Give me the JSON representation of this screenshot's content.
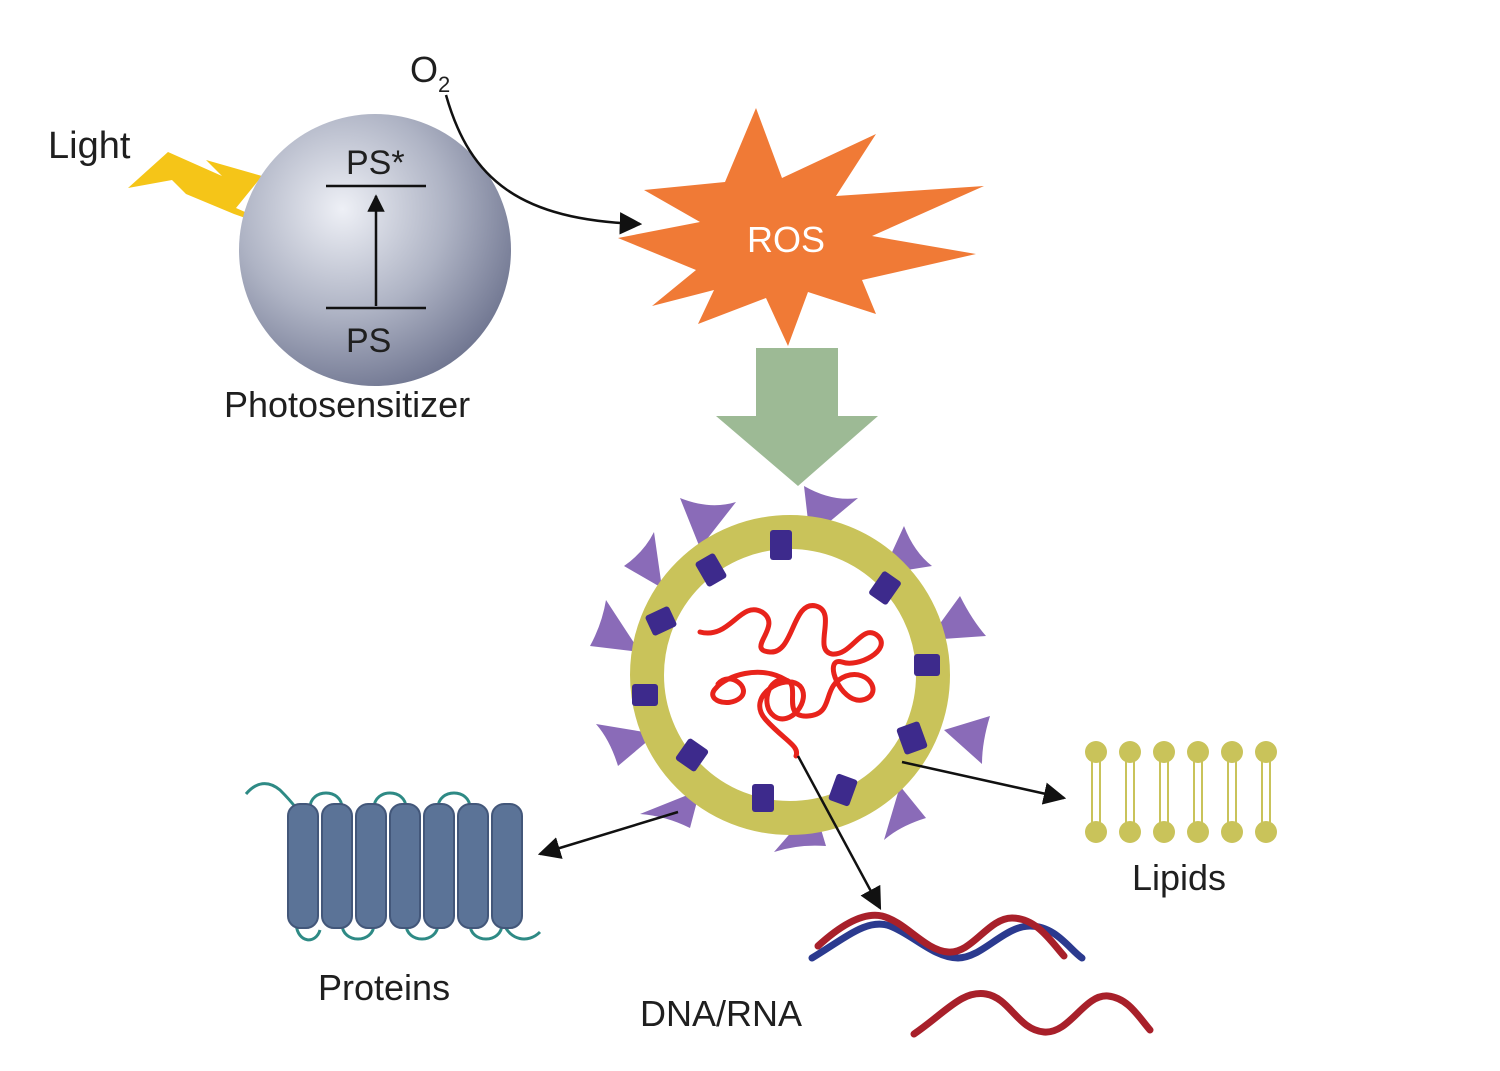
{
  "labels": {
    "light": "Light",
    "oxygen_main": "O",
    "oxygen_sub": "2",
    "ps_excited": "PS*",
    "ps_ground": "PS",
    "photosensitizer": "Photosensitizer",
    "ros": "ROS",
    "proteins": "Proteins",
    "dna_rna": "DNA/RNA",
    "lipids": "Lipids"
  },
  "colors": {
    "lightning": "#f5c518",
    "sphere": "#9aa0b4",
    "ros_star": "#f07a36",
    "down_arrow": "#9dba95",
    "virus_envelope": "#c9c35a",
    "membrane_protein": "#3d2a8c",
    "spike": "#8a6bb8",
    "genome": "#e8231b",
    "protein": "#5b7397",
    "protein_loop": "#2e8a85",
    "dna_red": "#a8202a",
    "dna_blue": "#2b3a8f",
    "lipid": "#c9c35a"
  }
}
